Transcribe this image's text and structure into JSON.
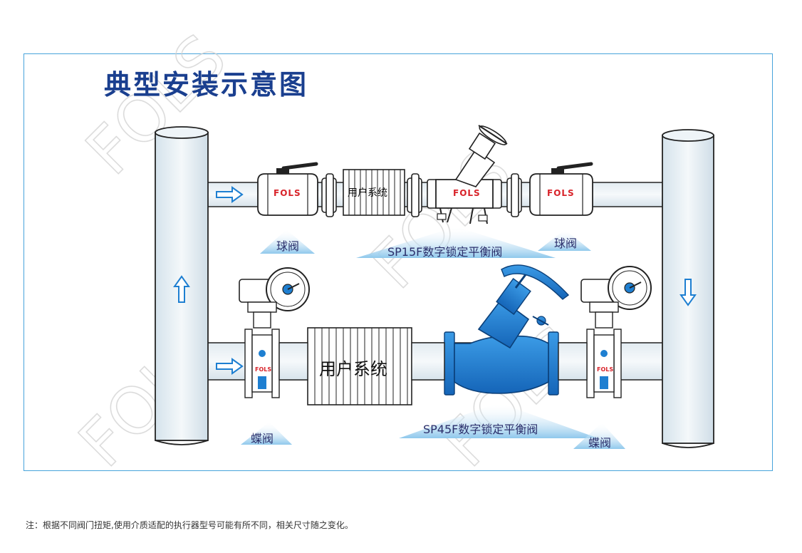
{
  "title": "典型安装示意图",
  "labels": {
    "ball_valve_left": "球阀",
    "ball_valve_right": "球阀",
    "sp15f": "SP15F数字锁定平衡阀",
    "sp45f": "SP45F数字锁定平衡阀",
    "butterfly_left": "蝶阀",
    "butterfly_right": "蝶阀",
    "user_system_top": "用户系统",
    "user_system_bottom": "用户系统"
  },
  "valve_brand": "FOLS",
  "footnote": "注：根据不同阀门扭矩,使用介质适配的执行器型号可能有所不同，相关尺寸随之变化。",
  "colors": {
    "frame": "#47a3db",
    "title": "#1a3f8f",
    "pipe": "#e6eef3",
    "valve_blue": "#1e7fd1",
    "brand_red": "#d8232a",
    "label_wedge": "#b6dcf2"
  }
}
